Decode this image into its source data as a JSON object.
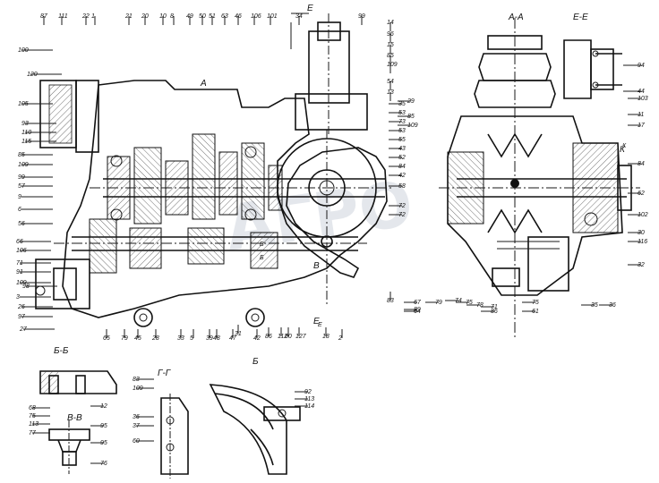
{
  "sections": {
    "aa": "А-А",
    "ee": "Е-Е",
    "bb": "Б-Б",
    "vv": "В-В",
    "gg": "Г-Г",
    "a_mark": "А",
    "e_mark": "Е",
    "b_mark": "Б",
    "v_mark": "В",
    "k_mark": "К"
  },
  "watermark": "АГРО",
  "callouts": {
    "top": [
      "87",
      "111",
      "22",
      "1",
      "21",
      "20",
      "10",
      "8",
      "49",
      "50",
      "51",
      "63",
      "46",
      "106",
      "101",
      "34",
      "99",
      "14",
      "96",
      "15",
      "85",
      "109",
      "54",
      "13"
    ],
    "left": [
      "100",
      "120",
      "105",
      "93",
      "110",
      "115",
      "85",
      "109",
      "99",
      "57",
      "9",
      "6",
      "56",
      "66",
      "106",
      "71",
      "91",
      "109",
      "98",
      "3",
      "26",
      "97",
      "27"
    ],
    "bottom": [
      "65",
      "79",
      "45",
      "28",
      "33",
      "5",
      "39",
      "48",
      "47",
      "31",
      "42",
      "86",
      "112",
      "60",
      "127",
      "18",
      "2",
      "83"
    ],
    "mid": [
      "35",
      "53",
      "73",
      "53",
      "55",
      "43",
      "52",
      "84",
      "42",
      "58",
      "72",
      "72"
    ],
    "right": [
      "29",
      "85",
      "109",
      "103",
      "11",
      "17",
      "84",
      "62",
      "102",
      "30",
      "116",
      "32",
      "36",
      "35",
      "61",
      "75",
      "71",
      "86",
      "75",
      "78",
      "74",
      "79",
      "64",
      "67",
      "89"
    ],
    "ee_view": [
      "94",
      "44"
    ],
    "bb_view": [
      "68",
      "75",
      "113",
      "77"
    ],
    "vv_view": [
      "12",
      "95",
      "95",
      "76"
    ],
    "gg_view": [
      "83",
      "109",
      "36",
      "37",
      "60"
    ],
    "detail": [
      "92",
      "113",
      "114"
    ],
    "misc": [
      "В",
      "Б",
      "Е",
      "К"
    ]
  }
}
